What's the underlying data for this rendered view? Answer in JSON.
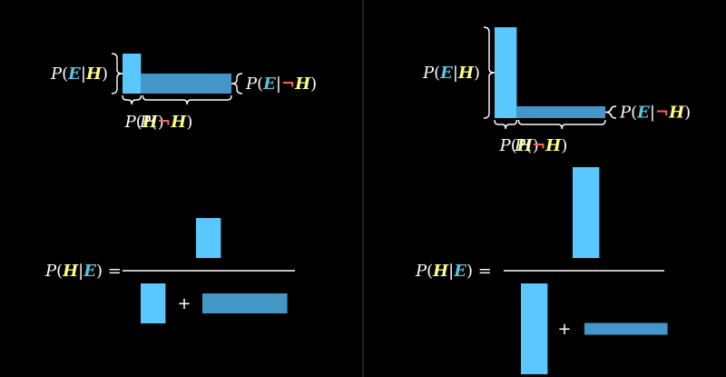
{
  "colors": {
    "background": "#000000",
    "panel_divider": "#444444",
    "evidence_blue": "#58c4dd",
    "hypothesis_yellow": "#ffff80",
    "negation_red": "#fc6255",
    "bar_light": "#5ac8ff",
    "bar_dark": "#4596c8",
    "text": "#ffffff"
  },
  "labels": {
    "p": "P",
    "open": "(",
    "close": ")",
    "e": "E",
    "h": "H",
    "bar": "|",
    "neg": "¬",
    "equals": "=",
    "plus": "+"
  },
  "panels": [
    {
      "p_h": 0.17,
      "p_e_given_h": 0.42,
      "p_e_given_not_h": 0.22
    },
    {
      "p_h": 0.2,
      "p_e_given_h": 0.86,
      "p_e_given_not_h": 0.11
    }
  ]
}
